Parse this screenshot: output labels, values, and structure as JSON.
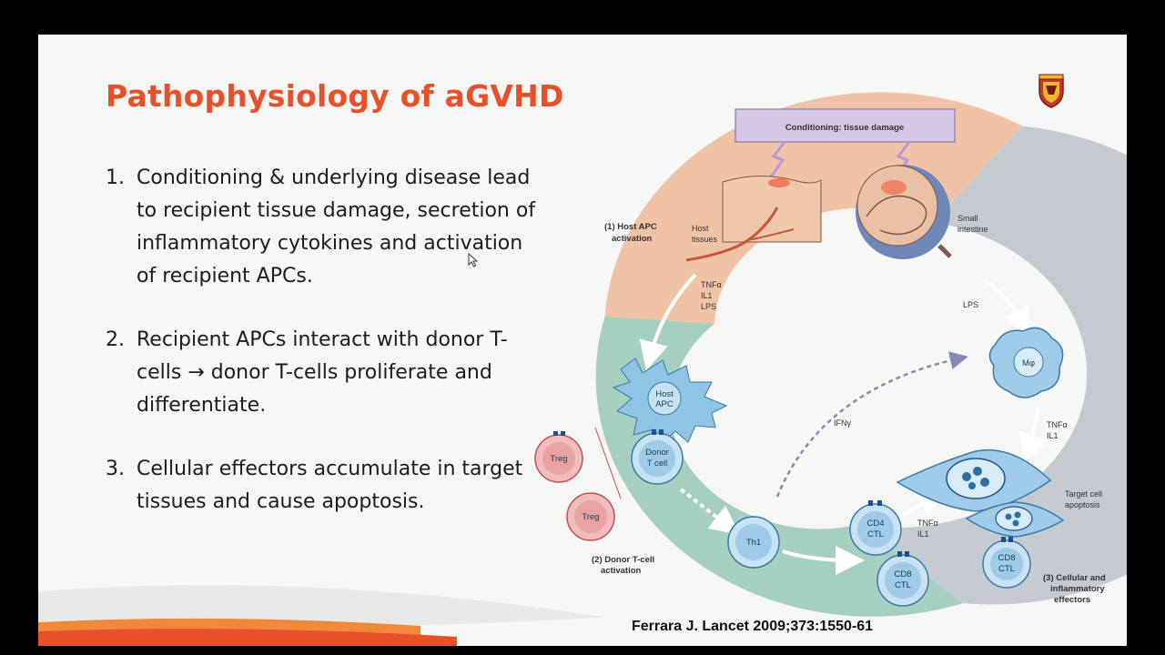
{
  "slide": {
    "title": "Pathophysiology of aGVHD",
    "points": [
      {
        "num": "1.",
        "text": "Conditioning & underlying disease lead to recipient tissue damage, secretion of inflammatory cytokines and activation of recipient APCs."
      },
      {
        "num": "2.",
        "text": "Recipient APCs interact with donor T-cells → donor T-cells proliferate and differentiate."
      },
      {
        "num": "3.",
        "text": "Cellular effectors accumulate in target tissues and cause apoptosis."
      }
    ],
    "citation": "Ferrara J. Lancet 2009;373:1550-61"
  },
  "diagram": {
    "banner": "Conditioning: tissue damage",
    "stage1": [
      "(1) Host APC",
      "activation"
    ],
    "stage2": [
      "(2) Donor T-cell",
      "activation"
    ],
    "stage3": [
      "(3) Cellular and",
      "inflammatory",
      "effectors"
    ],
    "host_tissues": [
      "Host",
      "tissues"
    ],
    "small_intestine": [
      "Small",
      "intestine"
    ],
    "cytokines_left": [
      "TNFα",
      "IL1",
      "LPS"
    ],
    "lps_right": "LPS",
    "cytokines_right": [
      "TNFα",
      "IL1"
    ],
    "cytokines_bottom": [
      "TNFα",
      "IL1"
    ],
    "ifn": "IFNγ",
    "host_apc": [
      "Host",
      "APC"
    ],
    "donor_t": [
      "Donor",
      "T cell"
    ],
    "treg": "Treg",
    "th1": "Th1",
    "cd4": [
      "CD4",
      "CTL"
    ],
    "cd8": [
      "CD8",
      "CTL"
    ],
    "macrophage": "Mφ",
    "target_apoptosis": [
      "Target cell",
      "apoptosis"
    ]
  },
  "colors": {
    "title": "#e8502a",
    "ring_salmon": "#f1c3a6",
    "ring_green": "#a7cfc0",
    "ring_grey": "#c5cad0",
    "cell_blue": "#8fc4e4",
    "treg_red": "#e07474",
    "banner_purple": "#d8c6e6"
  },
  "icons": [
    "university-crest-icon",
    "mouse-cursor-icon"
  ]
}
